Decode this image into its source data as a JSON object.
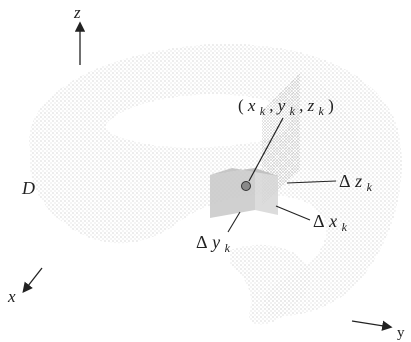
{
  "figure": {
    "axes": {
      "z_label": "z",
      "y_label": "y",
      "x_label": "x"
    },
    "region_label": "D",
    "point": {
      "open": "(",
      "x": "x",
      "x_sub": "k",
      "comma1": ", ",
      "y": "y",
      "y_sub": "k",
      "comma2": ", ",
      "z": "z",
      "z_sub": "k",
      "close": ")"
    },
    "delta_z": {
      "delta": "Δ",
      "var": "z",
      "sub": "k"
    },
    "delta_x": {
      "delta": "Δ",
      "var": "x",
      "sub": "k"
    },
    "delta_y": {
      "delta": "Δ",
      "var": "y",
      "sub": "k"
    },
    "colors": {
      "ink": "#222222",
      "stipple": "#b5b5b5",
      "box_shade": "#c8c8c8"
    }
  }
}
